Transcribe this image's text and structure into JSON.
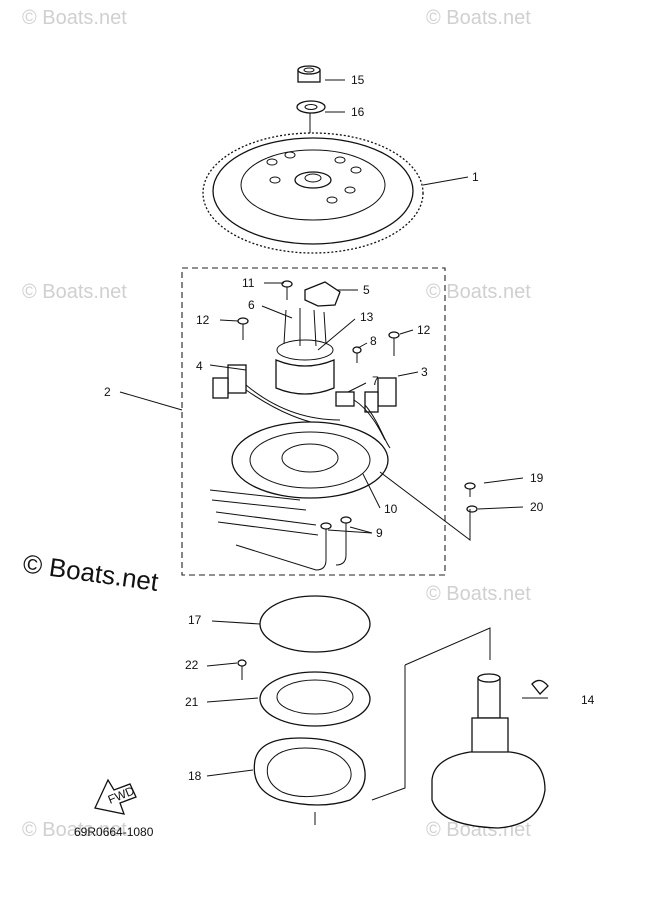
{
  "watermarks": {
    "top_left": "© Boats.net",
    "top_right": "© Boats.net",
    "mid_left": "© Boats.net",
    "mid_right": "© Boats.net",
    "main": "© Boats.net",
    "low_right": "© Boats.net",
    "bottom_left": "© Boats.net",
    "bottom_right": "© Boats.net"
  },
  "callouts": {
    "c1": "1",
    "c2": "2",
    "c3": "3",
    "c4": "4",
    "c5": "5",
    "c6": "6",
    "c7": "7",
    "c8": "8",
    "c9": "9",
    "c10": "10",
    "c11": "11",
    "c12a": "12",
    "c12b": "12",
    "c13": "13",
    "c14": "14",
    "c15": "15",
    "c16": "16",
    "c17": "17",
    "c18": "18",
    "c19": "19",
    "c20": "20",
    "c21": "21",
    "c22": "22"
  },
  "fwd_label": "FWD",
  "drawing_code": "69R0664-1080"
}
